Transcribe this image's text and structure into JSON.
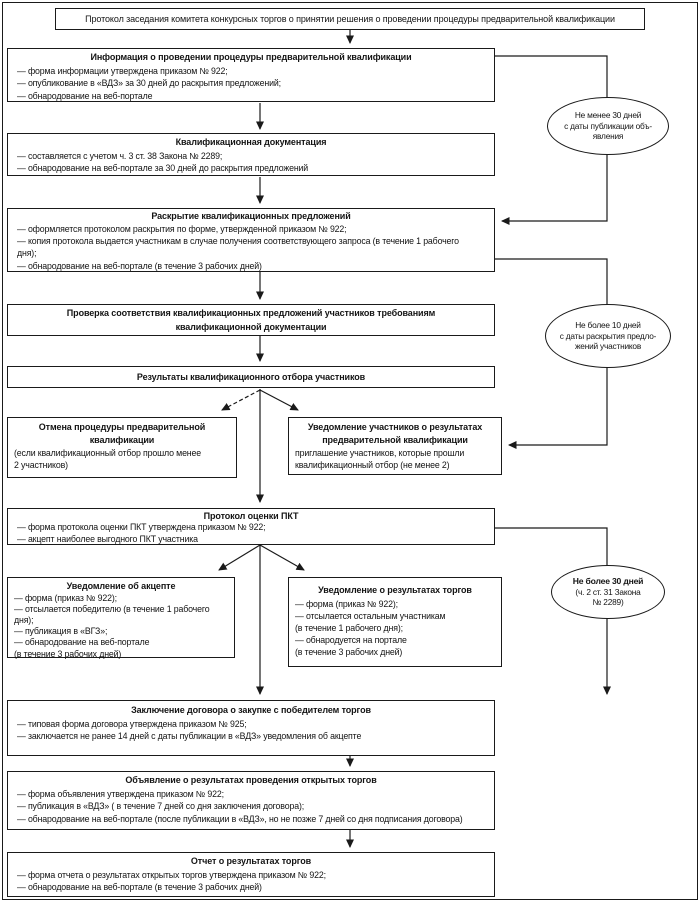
{
  "header": {
    "text": "Протокол заседания комитета конкурсных торгов о принятии решения о проведении процедуры предварительной квалификации"
  },
  "boxes": {
    "info": {
      "title": "Информация о проведении процедуры предварительной квалификации",
      "lines": [
        "— форма информации утверждена приказом № 922;",
        "— опубликование в «ВДЗ» за 30 дней до раскрытия предложений;",
        "— обнародование на веб-портале"
      ]
    },
    "qualdoc": {
      "title": "Квалификационная документация",
      "lines": [
        "— составляется с учетом ч. 3 ст. 38 Закона № 2289;",
        "— обнародование на веб-портале за 30 дней до раскрытия предложений"
      ]
    },
    "disclosure": {
      "title": "Раскрытие квалификационных предложений",
      "lines": [
        "— оформляется протоколом раскрытия по форме, утвержденной приказом № 922;",
        "— копия протокола выдается участникам в случае получения соответствующего запроса (в течение 1 рабочего",
        "дня);",
        "— обнародование на веб-портале (в течение 3 рабочих дней)"
      ]
    },
    "check": {
      "title_line1": "Проверка соответствия квалификационных предложений участников требованиям",
      "title_line2": "квалификационной документации"
    },
    "results": {
      "title": "Результаты квалификационного отбора участников"
    },
    "cancel": {
      "title": "Отмена процедуры предварительной квалификации",
      "lines": [
        "(если квалификационный отбор прошло менее",
        "2 участников)"
      ]
    },
    "notify": {
      "title": "Уведомление участников о результатах предварительной квалификации",
      "lines": [
        "приглашение участников, которые прошли",
        "квалификационный отбор (не менее 2)"
      ]
    },
    "protocol": {
      "title": "Протокол оценки ПКТ",
      "lines": [
        "— форма протокола оценки ПКТ утверждена приказом № 922;",
        "— акцепт наиболее выгодного ПКТ участника"
      ]
    },
    "accept": {
      "title": "Уведомление об акцепте",
      "lines": [
        "— форма (приказ № 922);",
        "— отсылается победителю (в течение 1 рабочего",
        "дня);",
        "— публикация в «ВГЗ»;",
        "— обнародование на веб-портале",
        "(в течение 3 рабочих дней)"
      ]
    },
    "trade_results": {
      "title": "Уведомление о результатах торгов",
      "lines": [
        "— форма (приказ № 922);",
        "— отсылается остальным участникам",
        "(в течение 1 рабочего дня);",
        "— обнародуется на портале",
        "(в течение 3 рабочих дней)"
      ]
    },
    "contract": {
      "title": "Заключение договора о закупке с победителем торгов",
      "lines": [
        "— типовая форма договора утверждена приказом № 925;",
        "— заключается не ранее 14 дней с даты публикации в «ВДЗ» уведомления об акцепте"
      ]
    },
    "announcement": {
      "title": "Объявление о результатах проведения открытых торгов",
      "lines": [
        "— форма объявления утверждена приказом № 922;",
        "— публикация в «ВДЗ» ( в течение 7 дней со дня заключения договора);",
        "— обнародование на веб-портале (после публикации в «ВДЗ», но не позже 7 дней со дня подписания договора)"
      ]
    },
    "report": {
      "title": "Отчет о результатах торгов",
      "lines": [
        "— форма отчета о результатах открытых торгов утверждена приказом № 922;",
        "— обнародование на веб-портале (в течение 3 рабочих дней)"
      ]
    }
  },
  "ellipses": {
    "publication": {
      "lines": [
        "Не менее 30 дней",
        "с даты публикации объ-",
        "явления"
      ]
    },
    "ten_days": {
      "lines": [
        "Не более 10 дней",
        "с даты раскрытия предло-",
        "жений участников"
      ]
    },
    "thirty_days": {
      "bold_line": "Не более 30 дней",
      "lines": [
        "(ч. 2 ст. 31 Закона",
        "№ 2289)"
      ]
    }
  }
}
